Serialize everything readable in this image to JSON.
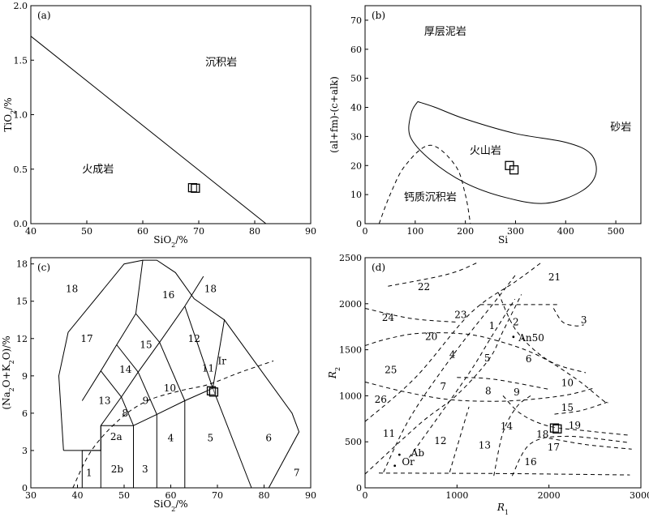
{
  "chart_data": [
    {
      "panel": "(a)",
      "type": "scatter",
      "xlabel": "SiO2/%",
      "ylabel": "TiO2/%",
      "xlim": [
        40,
        90
      ],
      "ylim": [
        0,
        2.0
      ],
      "xticks": [
        "40",
        "50",
        "60",
        "70",
        "80",
        "90"
      ],
      "yticks": [
        "0.0",
        "0.5",
        "1.0",
        "1.5",
        "2.0"
      ],
      "boundary_line": [
        [
          40,
          1.72
        ],
        [
          82,
          0
        ]
      ],
      "fields": [
        {
          "name": "沉积岩",
          "x": 74,
          "y": 1.45
        },
        {
          "name": "火成岩",
          "x": 52,
          "y": 0.47
        }
      ],
      "points": [
        {
          "x": 68.9,
          "y": 0.33
        },
        {
          "x": 69.4,
          "y": 0.325
        }
      ]
    },
    {
      "panel": "(b)",
      "type": "scatter",
      "xlabel": "Si",
      "ylabel": "(al+fm)-(c+alk)",
      "xlim": [
        0,
        550
      ],
      "ylim": [
        0,
        75
      ],
      "xticks": [
        "0",
        "100",
        "200",
        "300",
        "400",
        "500"
      ],
      "yticks": [
        "0",
        "10",
        "20",
        "30",
        "40",
        "50",
        "60",
        "70"
      ],
      "volcanic_field": [
        [
          105,
          42
        ],
        [
          140,
          40
        ],
        [
          200,
          36
        ],
        [
          300,
          31
        ],
        [
          400,
          28
        ],
        [
          450,
          24
        ],
        [
          460,
          17
        ],
        [
          430,
          11
        ],
        [
          360,
          7
        ],
        [
          280,
          9
        ],
        [
          200,
          14
        ],
        [
          130,
          22
        ],
        [
          90,
          30
        ],
        [
          92,
          38
        ],
        [
          105,
          42
        ]
      ],
      "calcareous_field": [
        [
          28,
          0
        ],
        [
          50,
          10
        ],
        [
          80,
          20
        ],
        [
          130,
          27
        ],
        [
          180,
          20
        ],
        [
          200,
          10
        ],
        [
          210,
          0
        ]
      ],
      "fields": [
        {
          "name": "厚层泥岩",
          "x": 160,
          "y": 65
        },
        {
          "name": "砂岩",
          "x": 510,
          "y": 32
        },
        {
          "name": "火山岩",
          "x": 240,
          "y": 24
        },
        {
          "name": "钙质沉积岩",
          "x": 130,
          "y": 8
        }
      ],
      "points": [
        {
          "x": 288,
          "y": 20
        },
        {
          "x": 297,
          "y": 18.5
        }
      ]
    },
    {
      "panel": "(c)",
      "type": "scatter",
      "xlabel": "SiO2/%",
      "ylabel": "(Na2O+K2O)/%",
      "xlim": [
        30,
        90
      ],
      "ylim": [
        0,
        18.5
      ],
      "xticks": [
        "30",
        "40",
        "50",
        "60",
        "70",
        "80",
        "90"
      ],
      "yticks": [
        "0",
        "3",
        "6",
        "9",
        "12",
        "15",
        "18"
      ],
      "boundary_lines": [
        [
          [
            41,
            0
          ],
          [
            41,
            3
          ],
          [
            45,
            3
          ],
          [
            45,
            5
          ],
          [
            49.4,
            7.3
          ],
          [
            53,
            9.3
          ],
          [
            57.6,
            11.7
          ],
          [
            63,
            14.6
          ],
          [
            67,
            17
          ]
        ],
        [
          [
            45,
            0
          ],
          [
            45,
            5
          ]
        ],
        [
          [
            52,
            0
          ],
          [
            52,
            5
          ],
          [
            57,
            5.9
          ],
          [
            63,
            7
          ],
          [
            69,
            8
          ],
          [
            77.3,
            0
          ]
        ],
        [
          [
            57,
            0
          ],
          [
            57,
            5.9
          ]
        ],
        [
          [
            63,
            0
          ],
          [
            63,
            7
          ]
        ],
        [
          [
            45,
            5
          ],
          [
            52,
            5
          ]
        ],
        [
          [
            49.4,
            7.3
          ],
          [
            52,
            5
          ]
        ],
        [
          [
            53,
            9.3
          ],
          [
            57,
            5.9
          ]
        ],
        [
          [
            57.6,
            11.7
          ],
          [
            63,
            7
          ]
        ],
        [
          [
            63,
            14.6
          ],
          [
            69,
            8
          ]
        ],
        [
          [
            41,
            7
          ],
          [
            45,
            9.4
          ],
          [
            48.4,
            11.5
          ],
          [
            52.5,
            14
          ],
          [
            54,
            18.3
          ],
          [
            57,
            18.3
          ],
          [
            61,
            17.3
          ],
          [
            65,
            15.2
          ],
          [
            71.5,
            13.5
          ]
        ],
        [
          [
            45,
            9.4
          ],
          [
            49.4,
            7.3
          ]
        ],
        [
          [
            48.4,
            11.5
          ],
          [
            53,
            9.3
          ]
        ],
        [
          [
            52.5,
            14
          ],
          [
            57.6,
            11.7
          ]
        ],
        [
          [
            69,
            8
          ],
          [
            71.5,
            13.5
          ],
          [
            86,
            6
          ],
          [
            87.5,
            4.5
          ],
          [
            81,
            0
          ]
        ],
        [
          [
            37,
            3
          ],
          [
            36,
            9
          ],
          [
            38,
            12.5
          ],
          [
            50,
            18
          ],
          [
            54,
            18.3
          ]
        ],
        [
          [
            37,
            3
          ],
          [
            45,
            3
          ]
        ]
      ],
      "ir_curve": [
        [
          39,
          0
        ],
        [
          43,
          3
        ],
        [
          49,
          5.5
        ],
        [
          55,
          7
        ],
        [
          62,
          7.8
        ],
        [
          68,
          8.3
        ],
        [
          75,
          9.3
        ],
        [
          82,
          10.2
        ]
      ],
      "fields": [
        "1",
        "2a",
        "2b",
        "3",
        "4",
        "5",
        "6",
        "7",
        "8",
        "9",
        "10",
        "11",
        "12",
        "13",
        "14",
        "15",
        "16",
        "17",
        "18",
        "18",
        "Ir"
      ],
      "points": [
        {
          "x": 68.7,
          "y": 7.8
        },
        {
          "x": 69.2,
          "y": 7.7
        }
      ]
    },
    {
      "panel": "(d)",
      "type": "scatter",
      "xlabel": "R1",
      "ylabel": "R2",
      "xlim": [
        0,
        3000
      ],
      "ylim": [
        0,
        2500
      ],
      "xticks": [
        "0",
        "1000",
        "2000",
        "3000"
      ],
      "yticks": [
        "0",
        "500",
        "1000",
        "1500",
        "2000",
        "2500"
      ],
      "fields": [
        "21",
        "22",
        "23",
        "24",
        "2",
        "1",
        "3",
        "An50",
        "20",
        "4",
        "5",
        "6",
        "25",
        "7",
        "8",
        "9",
        "10",
        "26",
        "15",
        "11",
        "14",
        "18",
        "19",
        "Ab",
        "12",
        "13",
        "17",
        "Or",
        "16"
      ],
      "points": [
        {
          "x": 2060,
          "y": 650
        },
        {
          "x": 2090,
          "y": 640
        }
      ]
    }
  ]
}
